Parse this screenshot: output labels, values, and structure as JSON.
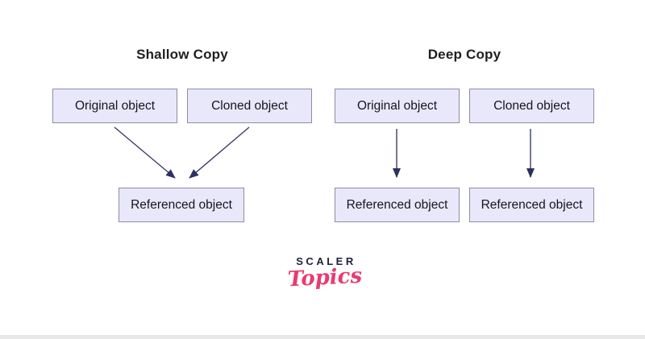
{
  "diagram": {
    "shallow": {
      "title": "Shallow Copy",
      "original_label": "Original object",
      "cloned_label": "Cloned object",
      "referenced_label": "Referenced object"
    },
    "deep": {
      "title": "Deep Copy",
      "original_label": "Original object",
      "cloned_label": "Cloned object",
      "referenced_left_label": "Referenced object",
      "referenced_right_label": "Referenced object"
    },
    "arrows": [
      {
        "from": "shallow-original",
        "to": "shallow-referenced"
      },
      {
        "from": "shallow-cloned",
        "to": "shallow-referenced"
      },
      {
        "from": "deep-original",
        "to": "deep-referenced-left"
      },
      {
        "from": "deep-cloned",
        "to": "deep-referenced-right"
      }
    ]
  },
  "logo": {
    "brand": "SCALER",
    "sub": "Topics"
  },
  "colors": {
    "background": "#ffffff",
    "box_fill": "#e9e8fa",
    "box_border": "#8f8ba4",
    "box_text": "#15151f",
    "title_text": "#1f1f1f",
    "arrow_stroke": "#3a3e68",
    "arrow_head": "#2d3160",
    "logo_brand_navy": "#20223a",
    "logo_sub_pink": "#ea3a71",
    "footer_bar_gray": "#e8e8e8"
  }
}
